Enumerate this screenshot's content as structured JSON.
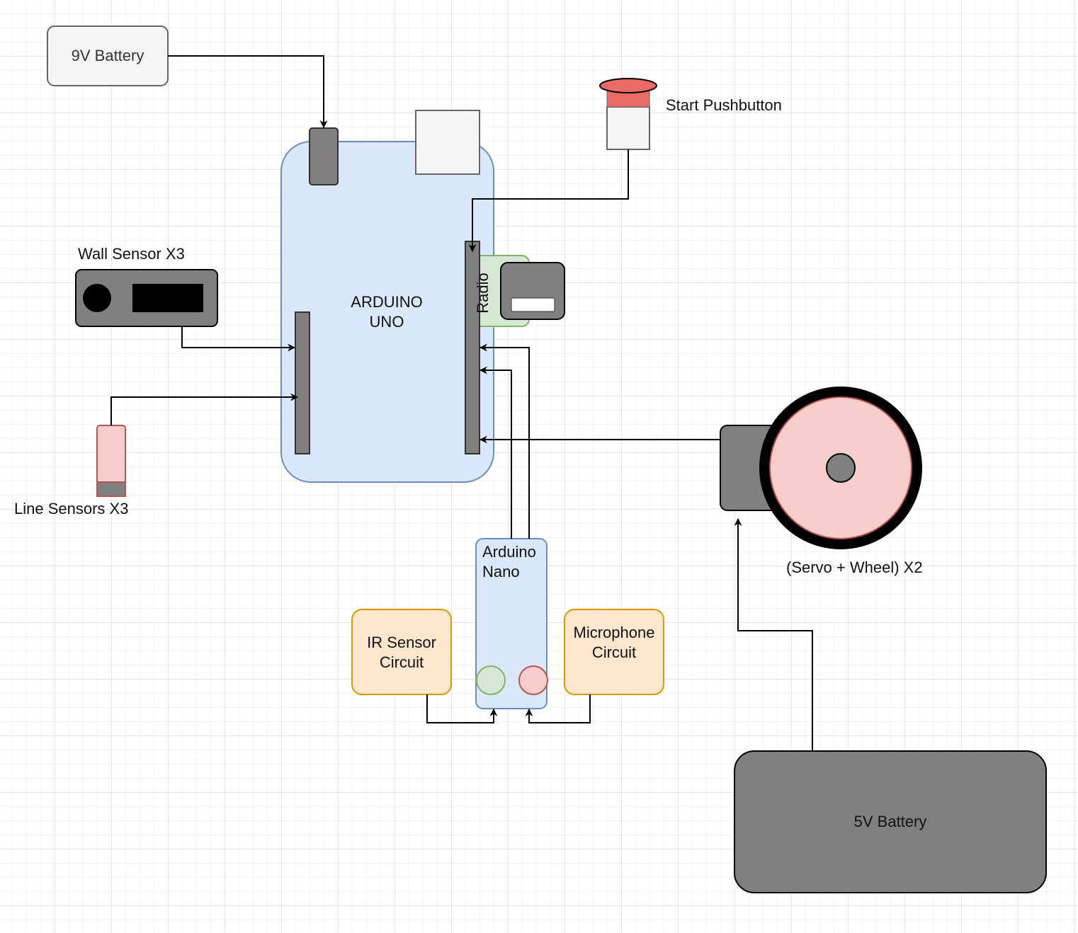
{
  "nodes": {
    "battery_9v": "9V Battery",
    "start_pushbutton": "Start Pushbutton",
    "wall_sensor": "Wall Sensor X3",
    "arduino_uno_line1": "ARDUINO",
    "arduino_uno_line2": "UNO",
    "radio": "Radio",
    "line_sensors": "Line Sensors X3",
    "arduino_nano_line1": "Arduino",
    "arduino_nano_line2": "Nano",
    "servo_wheel": "(Servo + Wheel) X2",
    "ir_sensor_line1": "IR Sensor",
    "ir_sensor_line2": "Circuit",
    "microphone_line1": "Microphone",
    "microphone_line2": "Circuit",
    "battery_5v": "5V Battery"
  },
  "colors": {
    "uno_fill": "#dae8fc",
    "uno_stroke": "#6c8ebf",
    "header_gray": "#808080",
    "radio_fill": "#d5e8d4",
    "radio_stroke": "#82b366",
    "circuit_fill": "#ffe6cc",
    "circuit_stroke": "#d79b00",
    "pink_fill": "#f8cecc",
    "pink_stroke": "#b85450",
    "button_red": "#ea6b66",
    "battery_9v_fill": "#f5f5f5"
  },
  "connections": [
    {
      "from": "9V Battery",
      "to": "ARDUINO UNO"
    },
    {
      "from": "Start Pushbutton",
      "to": "ARDUINO UNO"
    },
    {
      "from": "Wall Sensor X3",
      "to": "ARDUINO UNO"
    },
    {
      "from": "Line Sensors X3",
      "to": "ARDUINO UNO"
    },
    {
      "from": "Arduino Nano",
      "to": "ARDUINO UNO"
    },
    {
      "from": "Arduino Nano",
      "to": "ARDUINO UNO"
    },
    {
      "from": "(Servo + Wheel) X2",
      "to": "ARDUINO UNO"
    },
    {
      "from": "IR Sensor Circuit",
      "to": "Arduino Nano"
    },
    {
      "from": "Microphone Circuit",
      "to": "Arduino Nano"
    },
    {
      "from": "5V Battery",
      "to": "(Servo + Wheel) X2"
    }
  ]
}
